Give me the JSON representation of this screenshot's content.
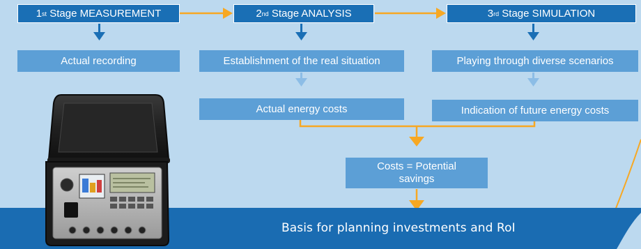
{
  "stages": [
    {
      "number": "1",
      "suffix": "st",
      "label": "Stage MEASUREMENT"
    },
    {
      "number": "2",
      "suffix": "nd",
      "label": "Stage ANALYSIS"
    },
    {
      "number": "3",
      "suffix": "rd",
      "label": "Stage SIMULATION"
    }
  ],
  "steps": {
    "actual_recording": "Actual recording",
    "real_situation": "Establishment of the real situation",
    "scenarios": "Playing through diverse scenarios",
    "energy_costs": "Actual energy costs",
    "future_costs": "Indication of future energy costs",
    "potential_savings": "Costs = Potential savings"
  },
  "footer": "Basis for planning investments and RoI",
  "colors": {
    "background": "#bcd9ef",
    "stage_box": "#1a6fb5",
    "step_box": "#5c9fd6",
    "dark_arrow": "#1a6fb5",
    "light_arrow": "#8cbde6",
    "orange": "#f7a823",
    "band": "#1a6cb2"
  },
  "image": {
    "subject": "portable-measurement-device-in-case"
  }
}
